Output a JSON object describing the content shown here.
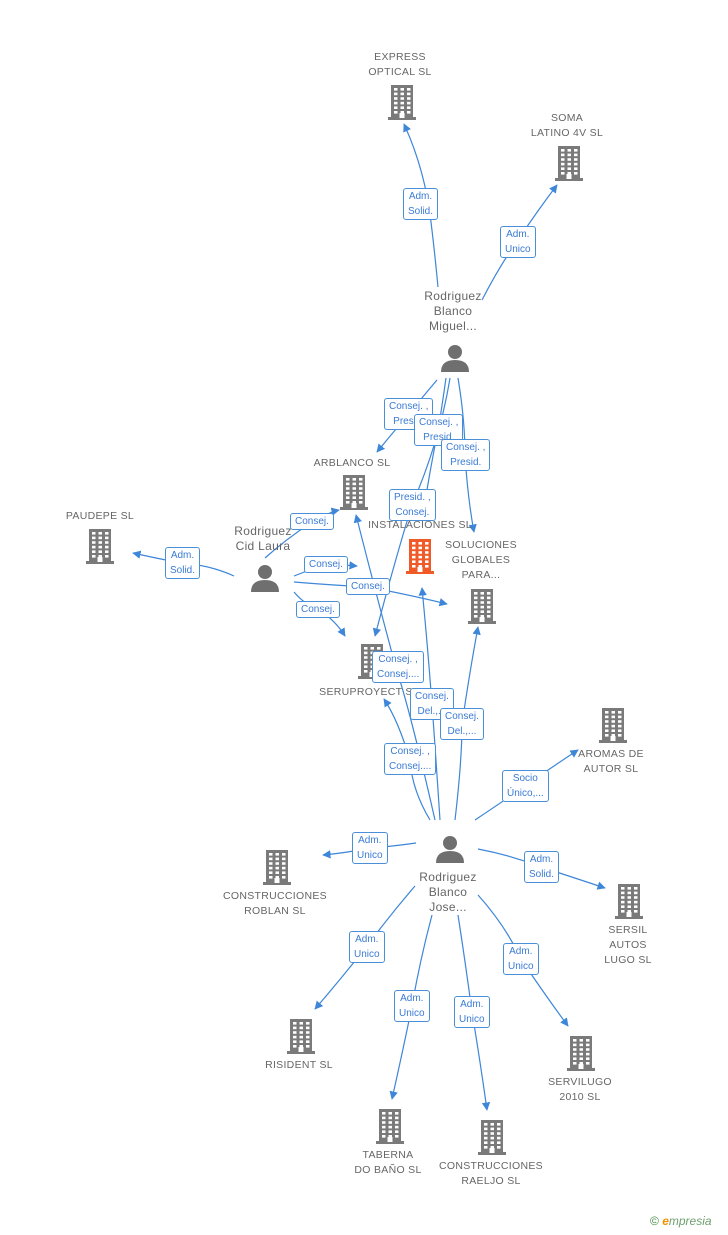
{
  "colors": {
    "edge": "#3d86d8",
    "company": "#7a7a7a",
    "company_focus": "#ef5a28",
    "person": "#6f6f6f",
    "label": "#666666",
    "badge_text": "#3a7bd5"
  },
  "nodes": [
    {
      "id": "express",
      "kind": "company",
      "lines": [
        "EXPRESS",
        "OPTICAL SL"
      ]
    },
    {
      "id": "soma",
      "kind": "company",
      "lines": [
        "SOMA",
        "LATINO 4V SL"
      ]
    },
    {
      "id": "miguel",
      "kind": "person",
      "lines": [
        "Rodriguez",
        "Blanco",
        "Miguel..."
      ]
    },
    {
      "id": "arblanco",
      "kind": "company",
      "lines": [
        "ARBLANCO SL"
      ]
    },
    {
      "id": "paudepe",
      "kind": "company",
      "lines": [
        "PAUDEPE SL"
      ]
    },
    {
      "id": "laura",
      "kind": "person",
      "lines": [
        "Rodriguez",
        "Cid Laura"
      ]
    },
    {
      "id": "instalaciones",
      "kind": "company_focus",
      "lines": [
        "INSTALACIONES SL"
      ]
    },
    {
      "id": "soluciones",
      "kind": "company",
      "lines": [
        "SOLUCIONES",
        "GLOBALES",
        "PARA..."
      ]
    },
    {
      "id": "seruproyect",
      "kind": "company",
      "lines": [
        "SERUPROYECT SL"
      ]
    },
    {
      "id": "aromas",
      "kind": "company",
      "lines": [
        "AROMAS DE",
        "AUTOR SL"
      ]
    },
    {
      "id": "jose",
      "kind": "person",
      "lines": [
        "Rodriguez",
        "Blanco",
        "Jose..."
      ]
    },
    {
      "id": "roblan",
      "kind": "company",
      "lines": [
        "CONSTRUCCIONES",
        "ROBLAN SL"
      ]
    },
    {
      "id": "sersil",
      "kind": "company",
      "lines": [
        "SERSIL",
        "AUTOS",
        "LUGO SL"
      ]
    },
    {
      "id": "risident",
      "kind": "company",
      "lines": [
        "RISIDENT SL"
      ]
    },
    {
      "id": "servilugo",
      "kind": "company",
      "lines": [
        "SERVILUGO",
        "2010 SL"
      ]
    },
    {
      "id": "taberna",
      "kind": "company",
      "lines": [
        "TABERNA",
        "DO BAÑO SL"
      ]
    },
    {
      "id": "raeljo",
      "kind": "company",
      "lines": [
        "CONSTRUCCIONES",
        "RAELJO SL"
      ]
    }
  ],
  "edges": [
    {
      "from": "miguel",
      "to": "express",
      "label": [
        "Adm.",
        "Solid."
      ]
    },
    {
      "from": "miguel",
      "to": "soma",
      "label": [
        "Adm.",
        "Unico"
      ]
    },
    {
      "from": "miguel",
      "to": "arblanco",
      "label": [
        "Consej. ,",
        "Presid."
      ]
    },
    {
      "from": "miguel",
      "to": "instalaciones",
      "label": [
        "Consej. ,",
        "Presid."
      ]
    },
    {
      "from": "miguel",
      "to": "soluciones",
      "label": [
        "Consej. ,",
        "Presid."
      ]
    },
    {
      "from": "miguel",
      "to": "seruproyect",
      "label": [
        "Presid. ,",
        "Consej."
      ]
    },
    {
      "from": "laura",
      "to": "paudepe",
      "label": [
        "Adm.",
        "Solid."
      ]
    },
    {
      "from": "laura",
      "to": "arblanco",
      "label": [
        "Consej."
      ]
    },
    {
      "from": "laura",
      "to": "instalaciones",
      "label": [
        "Consej."
      ]
    },
    {
      "from": "laura",
      "to": "soluciones",
      "label": [
        "Consej."
      ]
    },
    {
      "from": "laura",
      "to": "seruproyect",
      "label": [
        "Consej."
      ]
    },
    {
      "from": "jose",
      "to": "arblanco",
      "label": [
        "Consej. ,",
        "Consej...."
      ]
    },
    {
      "from": "jose",
      "to": "instalaciones",
      "label": [
        "Consej.",
        "Del.,..."
      ]
    },
    {
      "from": "jose",
      "to": "soluciones",
      "label": [
        "Consej.",
        "Del.,..."
      ]
    },
    {
      "from": "jose",
      "to": "seruproyect",
      "label": [
        "Consej. ,",
        "Consej...."
      ]
    },
    {
      "from": "jose",
      "to": "aromas",
      "label": [
        "Socio",
        "Único,..."
      ]
    },
    {
      "from": "jose",
      "to": "roblan",
      "label": [
        "Adm.",
        "Unico"
      ]
    },
    {
      "from": "jose",
      "to": "sersil",
      "label": [
        "Adm.",
        "Solid."
      ]
    },
    {
      "from": "jose",
      "to": "risident",
      "label": [
        "Adm.",
        "Unico"
      ]
    },
    {
      "from": "jose",
      "to": "servilugo",
      "label": [
        "Adm.",
        "Unico"
      ]
    },
    {
      "from": "jose",
      "to": "taberna",
      "label": [
        "Adm.",
        "Unico"
      ]
    },
    {
      "from": "jose",
      "to": "raeljo",
      "label": [
        "Adm.",
        "Unico"
      ]
    }
  ],
  "credit": {
    "symbol": "©",
    "brand_initial": "e",
    "brand_rest": "mpresia"
  }
}
